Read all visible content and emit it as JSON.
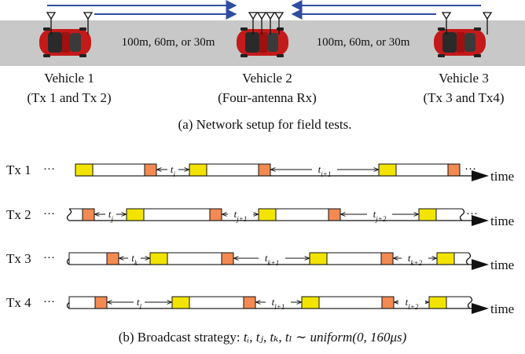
{
  "panel_a": {
    "distances": [
      "100m, 60m, or 30m",
      "100m, 60m, or 30m"
    ],
    "vehicles": [
      {
        "name": "Vehicle 1",
        "role": "(Tx 1 and Tx 2)"
      },
      {
        "name": "Vehicle 2",
        "role": "(Four-antenna Rx)"
      },
      {
        "name": "Vehicle 3",
        "role": "(Tx 3 and Tx4)"
      }
    ],
    "caption": "(a) Network setup for field tests."
  },
  "panel_b": {
    "time_label": "time",
    "ellipsis": "···",
    "rows": [
      {
        "label": "Tx 1",
        "gaps": [
          {
            "base": "t",
            "sub": "i"
          },
          {
            "base": "t",
            "sub": "i+1"
          }
        ]
      },
      {
        "label": "Tx 2",
        "gaps": [
          {
            "base": "t",
            "sub": "j"
          },
          {
            "base": "t",
            "sub": "j+1"
          },
          {
            "base": "t",
            "sub": "j+2"
          }
        ]
      },
      {
        "label": "Tx 3",
        "gaps": [
          {
            "base": "t",
            "sub": "k"
          },
          {
            "base": "t",
            "sub": "k+1"
          },
          {
            "base": "t",
            "sub": "k+2"
          }
        ]
      },
      {
        "label": "Tx 4",
        "gaps": [
          {
            "base": "t",
            "sub": "l"
          },
          {
            "base": "t",
            "sub": "l+1"
          },
          {
            "base": "t",
            "sub": "l+2"
          }
        ]
      }
    ],
    "caption_text": "(b) Broadcast strategy: ",
    "caption_math": "tᵢ, tⱼ, tₖ, tₗ ∼ uniform(0, 160μs)"
  },
  "colors": {
    "road": "#c8c8c8",
    "car": "#c41a1a",
    "arrow": "#2f4da0",
    "yellow": "#f2e400",
    "orange": "#f28a52"
  }
}
